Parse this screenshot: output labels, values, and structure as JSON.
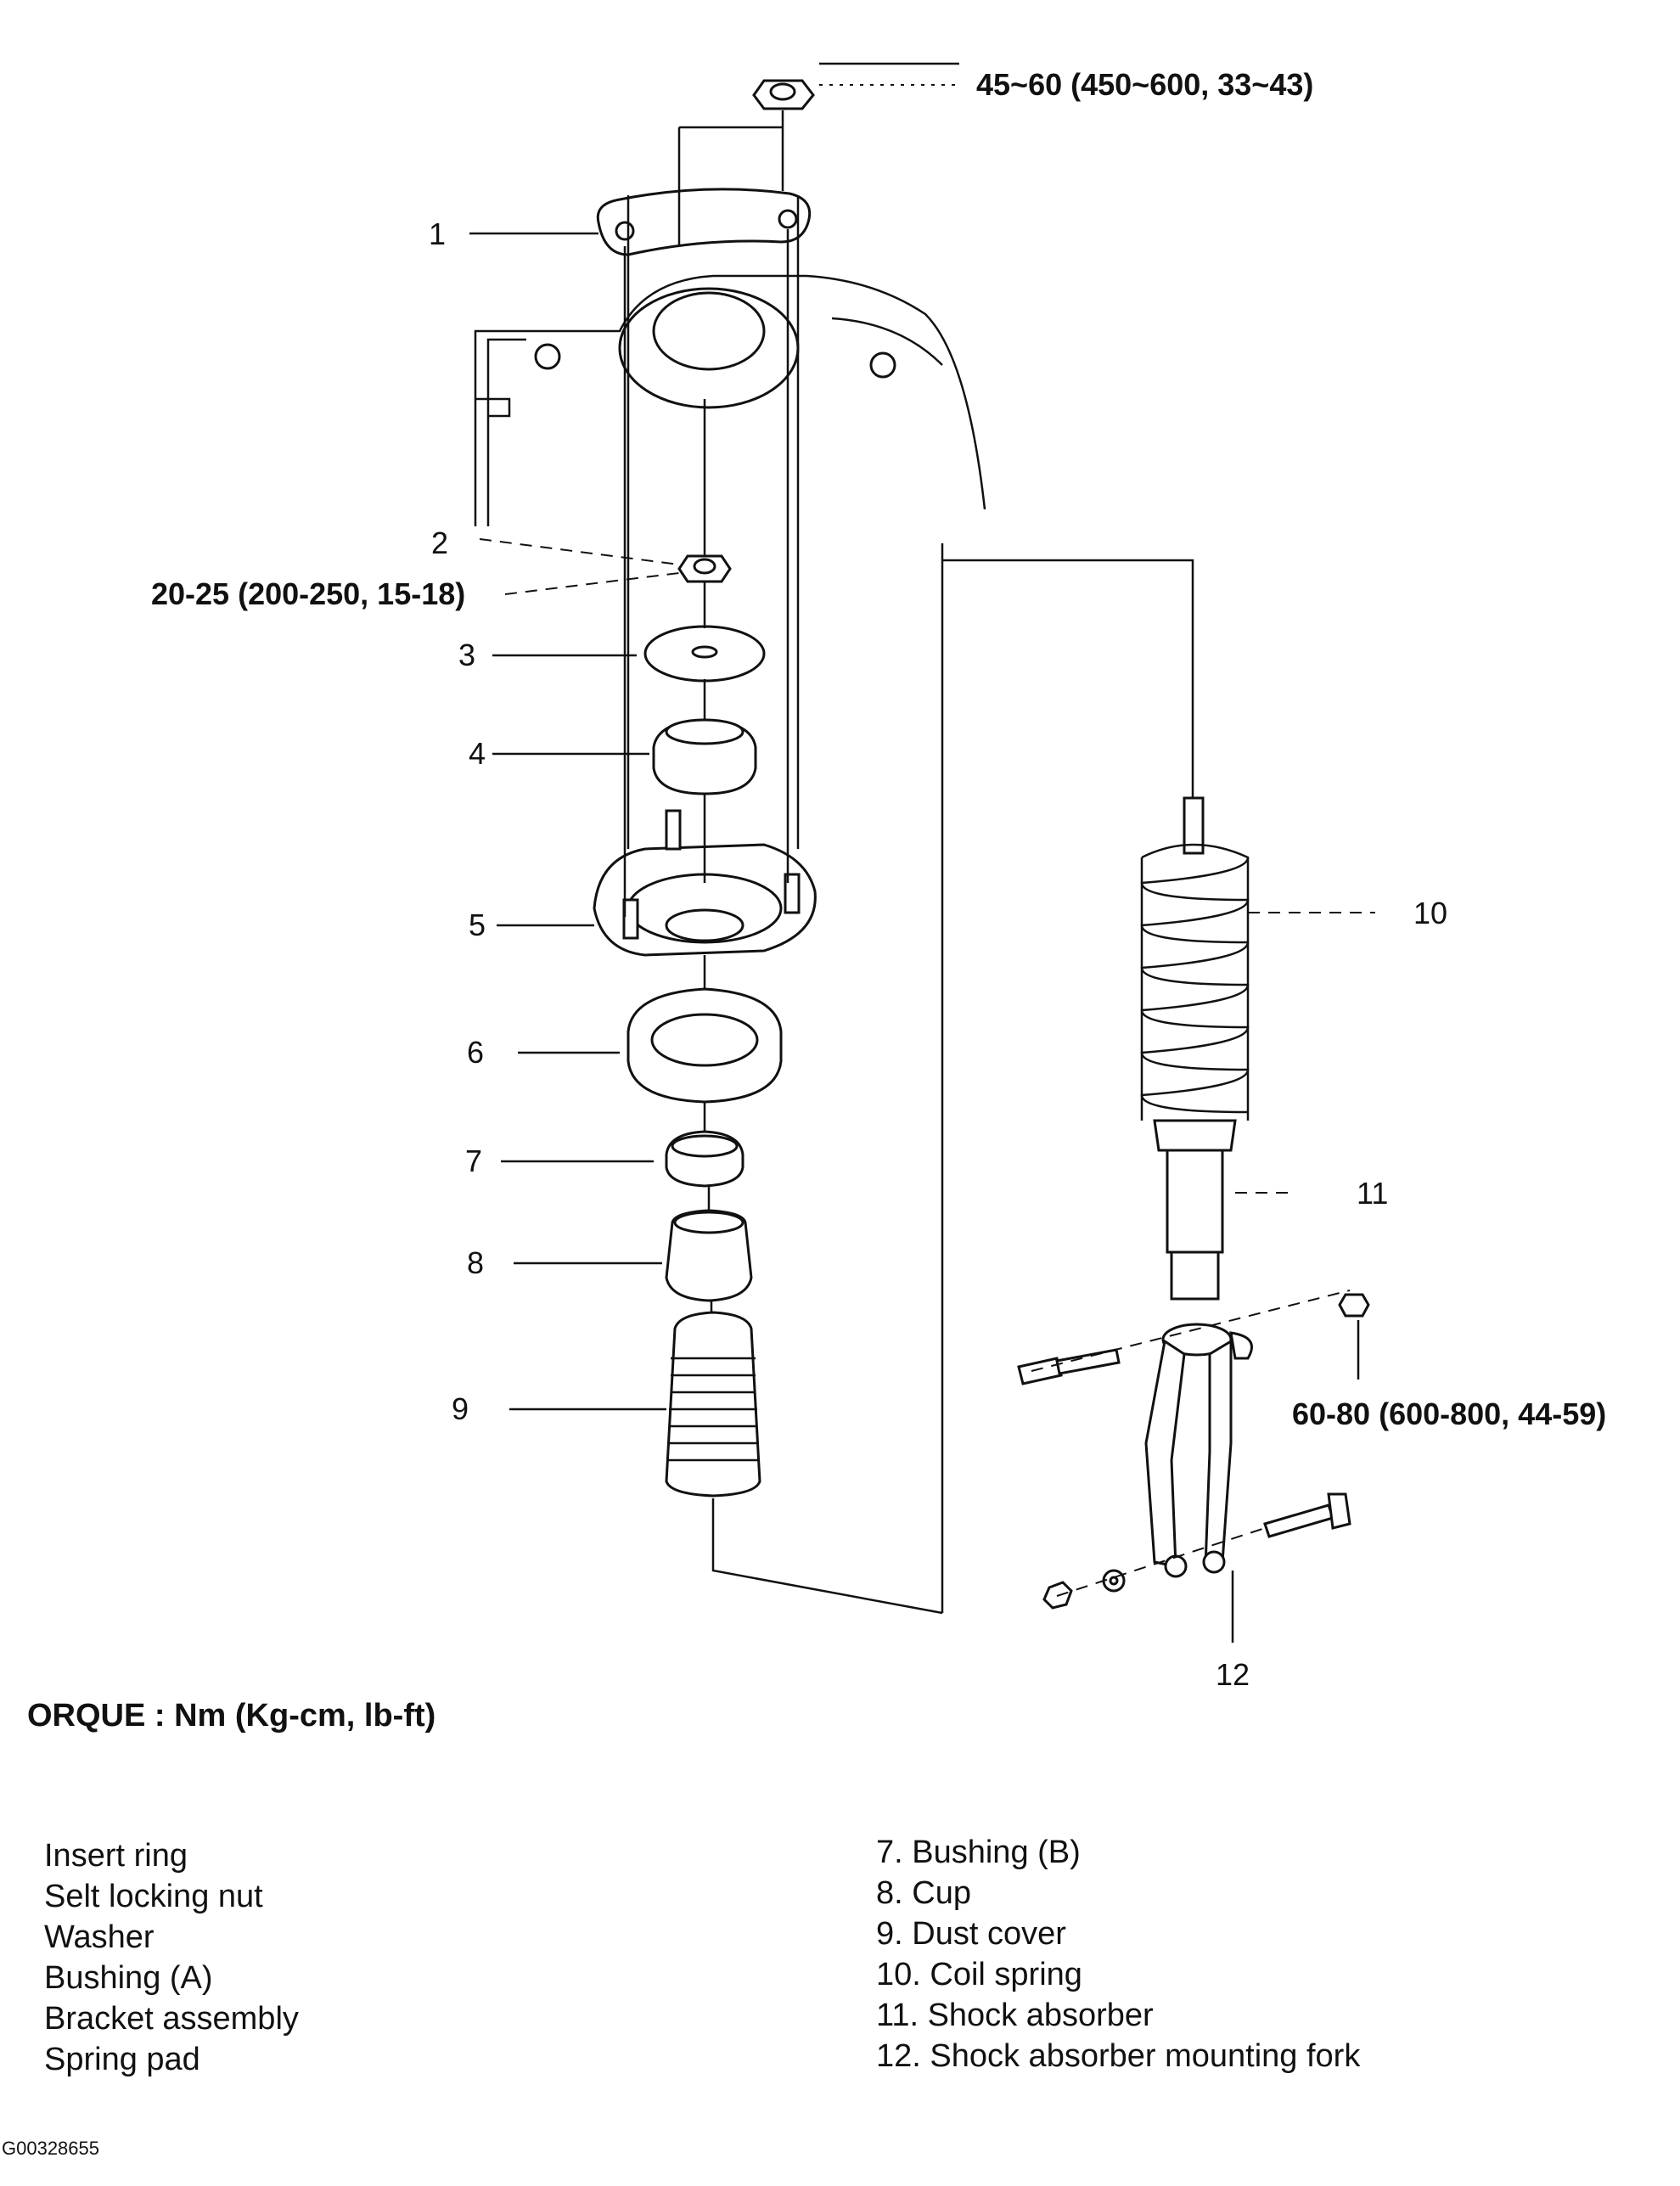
{
  "callouts": {
    "c1": "1",
    "c2": "2",
    "c3": "3",
    "c4": "4",
    "c5": "5",
    "c6": "6",
    "c7": "7",
    "c8": "8",
    "c9": "9",
    "c10": "10",
    "c11": "11",
    "c12": "12"
  },
  "torque_specs": {
    "top_nut": "45~60 (450~600, 33~43)",
    "self_locking_nut": "20-25 (200-250, 15-18)",
    "fork_bolt": "60-80 (600-800, 44-59)"
  },
  "torque_unit": "ORQUE : Nm (Kg-cm, lb-ft)",
  "legend_left": [
    "Insert ring",
    "Selt locking nut",
    "Washer",
    "Bushing (A)",
    "Bracket assembly",
    "Spring pad"
  ],
  "legend_right": [
    "7.  Bushing (B)",
    "8.  Cup",
    "9.  Dust cover",
    "10. Coil spring",
    "11. Shock absorber",
    "12. Shock absorber mounting fork"
  ],
  "figure_id": "G00328655"
}
